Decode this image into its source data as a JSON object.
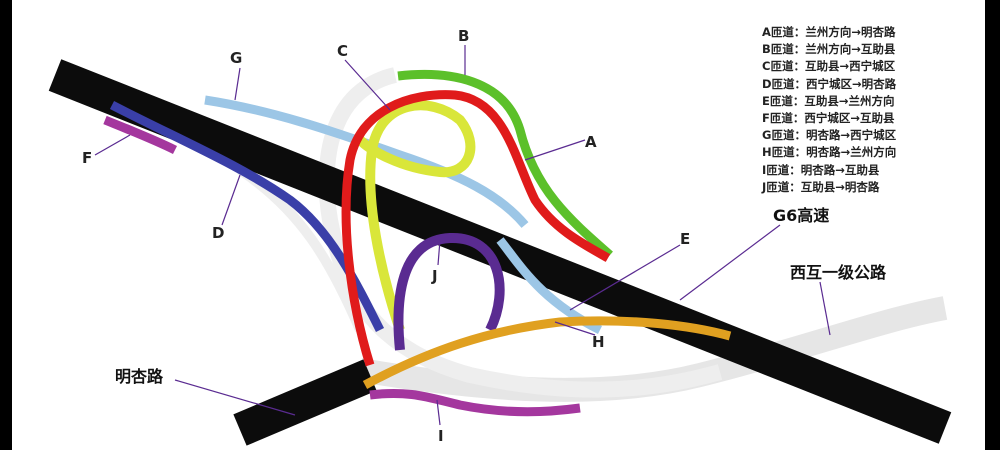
{
  "legend": [
    "A匝道：兰州方向→明杏路",
    "B匝道：兰州方向→互助县",
    "C匝道：互助县→西宁城区",
    "D匝道：西宁城区→明杏路",
    "E匝道：互助县→兰州方向",
    "F匝道：西宁城区→互助县",
    "G匝道：明杏路→西宁城区",
    "H匝道：明杏路→兰州方向",
    "I匝道：明杏路→互助县",
    "J匝道：互助县→明杏路"
  ],
  "roads": {
    "g6": "G6高速",
    "xihu": "西互一级公路",
    "mingxing": "明杏路"
  },
  "ramps": {
    "A": "A",
    "B": "B",
    "C": "C",
    "D": "D",
    "E": "E",
    "F": "F",
    "G": "G",
    "H": "H",
    "I": "I",
    "J": "J"
  },
  "colors": {
    "A": "#e01b1b",
    "B": "#5cc02a",
    "C": "#d9e63a",
    "D": "#3a3fa8",
    "E": "#9cc6e6",
    "F": "#a4379e",
    "G": "#9cc6e6",
    "H": "#e0a020",
    "I": "#a4379e",
    "J": "#5a2b91",
    "highway": "#0c0c0c",
    "local": "#ececec"
  }
}
